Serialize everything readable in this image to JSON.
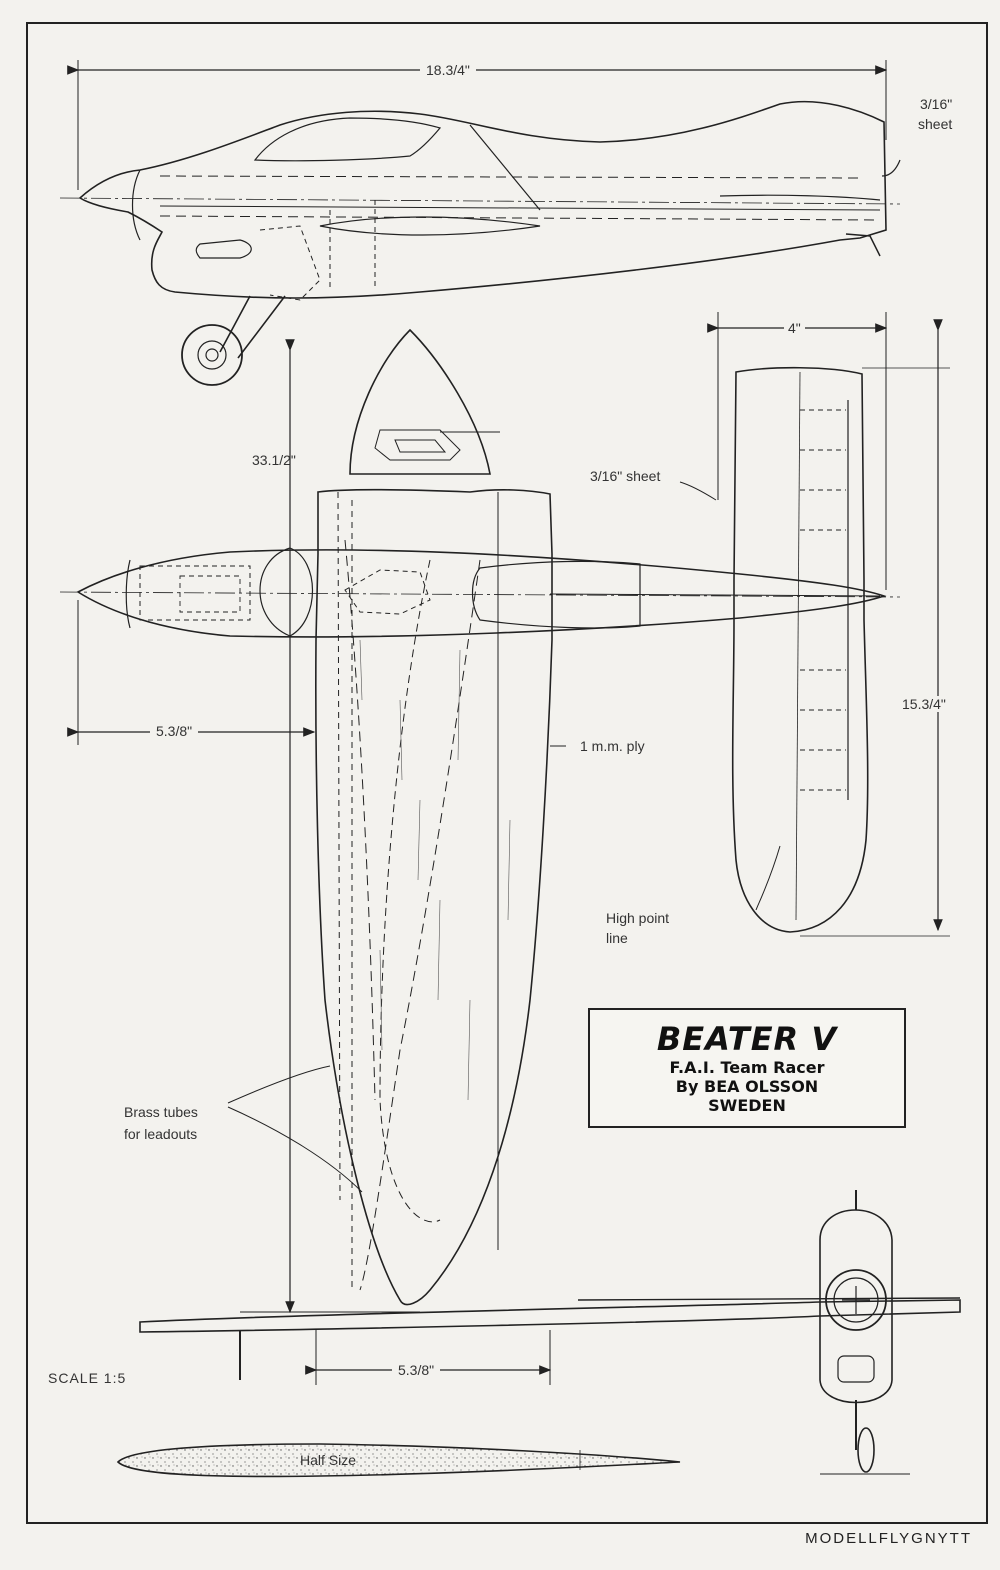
{
  "dimensions": {
    "overall_length": "18.3/4\"",
    "tail_thickness": "3/16\"",
    "tail_thickness_unit": "sheet",
    "stab_chord": "4\"",
    "wingspan": "33.1/2\"",
    "stab_span": "15.3/4\"",
    "nose_to_wing": "5.3/8\"",
    "wing_chord": "5.3/8\""
  },
  "annotations": {
    "stab_material": "3/16\" sheet",
    "wing_skin": "1 m.m. ply",
    "high_point_line": [
      "High point",
      "line"
    ],
    "brass_tubes": [
      "Brass tubes",
      "for leadouts"
    ],
    "airfoil": "Half Size"
  },
  "title_block": {
    "name": "BEATER V",
    "line1": "F.A.I. Team Racer",
    "line2": "By BEA OLSSON",
    "line3": "SWEDEN"
  },
  "scale": "SCALE 1:5",
  "publisher": "MODELLFLYGNYTT",
  "colors": {
    "paper": "#f3f2ee",
    "ink": "#222222"
  }
}
